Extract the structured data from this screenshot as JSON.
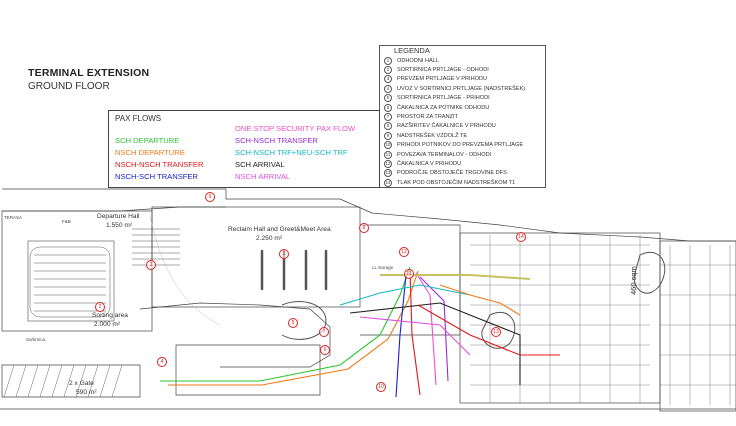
{
  "header": {
    "title": "TERMINAL EXTENSION",
    "subtitle": "GROUND FLOOR"
  },
  "legend": {
    "title": "LEGENDA",
    "items": [
      {
        "num": "1",
        "text": "ODHODNI HALL"
      },
      {
        "num": "2",
        "text": "SORTIRNICA PRTLJAGE - ODHODI"
      },
      {
        "num": "3",
        "text": "PREVZEM PRTLJAGE V PRIHODU"
      },
      {
        "num": "4",
        "text": "UVOZ V SORTIRNICI PRTLJAGE (NADSTREŠEK)"
      },
      {
        "num": "5",
        "text": "SORTIRNICA PRTLJAGE - PRIHODI"
      },
      {
        "num": "6",
        "text": "ČAKALNICA ZA POTNIKE  ODHODU"
      },
      {
        "num": "7",
        "text": "PROSTOR ZA TRANZIT"
      },
      {
        "num": "8",
        "text": "RAZŠIRITEV ČAKALNICE V PRIHODU"
      },
      {
        "num": "9",
        "text": "NADSTREŠEK VZDOLŽ TE"
      },
      {
        "num": "10",
        "text": "PRIHODI POTNIKOV DO PREVZEMA PRTLJAGE"
      },
      {
        "num": "11",
        "text": "POVEZAVA TERMINALOV - ODHODI"
      },
      {
        "num": "12",
        "text": "ČAKALNICA V PRIHODU"
      },
      {
        "num": "13",
        "text": "PODROČJE OBSTOJEČE TRGOVINE DFS"
      },
      {
        "num": "14",
        "text": "TLAK POD OBSTOJEČIM NADSTREŠKOM T1"
      }
    ]
  },
  "pax_flows": {
    "title": "PAX FLOWS",
    "left": [
      {
        "label": "SCH  DEPARTURE",
        "color": "#2ec42e"
      },
      {
        "label": "NSCH  DEPARTURE",
        "color": "#f07a1a"
      },
      {
        "label": "NSCH-NSCH TRANSFER",
        "color": "#e01818"
      },
      {
        "label": "NSCH-SCH TRANSFER",
        "color": "#1a1ad8"
      }
    ],
    "right": [
      {
        "label": "ONE STOP SECURITY PAX FLOW",
        "color": "#f050c8"
      },
      {
        "label": "SCH-NSCH TRANSFER",
        "color": "#9a2ad8"
      },
      {
        "label": "SCH-NSCH TRF+NEU-SCH TRF",
        "color": "#18b8c8"
      },
      {
        "label": "SCH  ARRIVAL",
        "color": "#222222"
      },
      {
        "label": "NSCH  ARRIVAL",
        "color": "#e050e0"
      }
    ]
  },
  "plan": {
    "departure_hall": {
      "name": "Departure Hall",
      "area": "1.550 m²"
    },
    "reclaim_hall": {
      "name": "Reclaim Hall and Greet&Meet Area",
      "area": "2.250 m²"
    },
    "sorting_area": {
      "name": "Sorting area",
      "area": "2.000 m²"
    },
    "gate": {
      "name": "2 x Gate",
      "area": "590 m²"
    },
    "sqm_label": "460 sqm",
    "small_labels": [
      "TERASA",
      "F&B",
      "LL storage",
      "Sortirnica"
    ],
    "markers": [
      "1",
      "2",
      "3",
      "4",
      "5",
      "6",
      "7",
      "8",
      "9",
      "10",
      "11",
      "12",
      "13",
      "14"
    ]
  }
}
